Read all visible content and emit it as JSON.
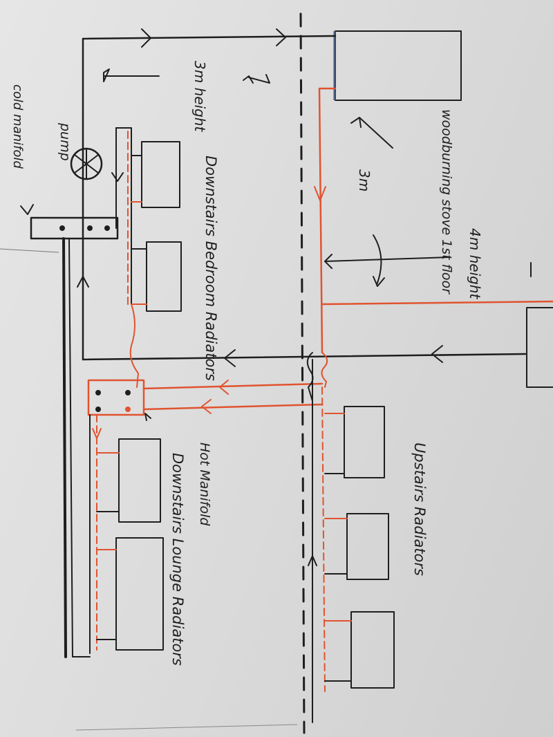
{
  "labels": {
    "stove": "woodburning stove 1st floor",
    "stove_height": "3m height",
    "stove_distance": "3m",
    "cold_manifold": "cold manifold",
    "pump": "pump",
    "bedroom_radiators": "Downstairs Bedroom Radiators",
    "height_4m": "4m height",
    "hot_manifold": "Hot Manifold",
    "lounge_radiators": "Downstairs Lounge Radiators",
    "upstairs_radiators": "Upstairs Radiators"
  },
  "colors": {
    "flow_pipe": "#e0532f",
    "return_pipe": "#1e1e1e",
    "paper": "#dedede"
  }
}
